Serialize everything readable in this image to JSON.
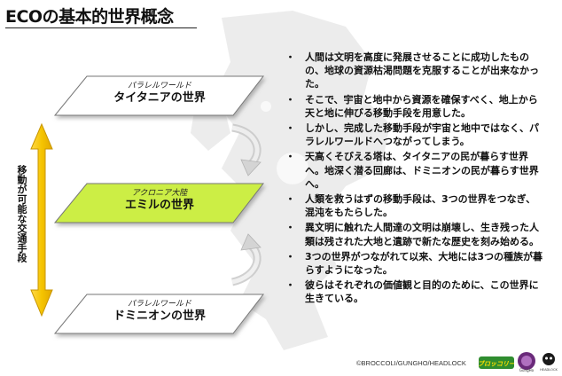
{
  "title": "ECOの基本的世界概念",
  "planes": {
    "top": {
      "sub": "パラレルワールド",
      "name": "タイタニアの世界"
    },
    "middle": {
      "sub": "アクロニア大陸",
      "name": "エミルの世界"
    },
    "bottom": {
      "sub": "パラレルワールド",
      "name": "ドミニオンの世界"
    }
  },
  "vertical_label": "移動が可能な交通手段",
  "bullets": [
    {
      "marker": "・",
      "text": "人間は文明を高度に発展させることに成功したものの、地球の資源枯渇問題を克服することが出来なかった。"
    },
    {
      "marker": "・",
      "text": "そこで、宇宙と地中から資源を確保すべく、地上から天と地に伸びる移動手段を用意した。"
    },
    {
      "marker": "・",
      "text": "しかし、完成した移動手段が宇宙と地中ではなく、パラレルワールドへつながってしまう。"
    },
    {
      "marker": "・",
      "text": "天高くそびえる塔は、タイタニアの民が暮らす世界へ。地深く潜る回廊は、ドミニオンの民が暮らす世界へ。"
    },
    {
      "marker": "・",
      "text": "人類を救うはずの移動手段は、3つの世界をつなぎ、混沌をもたらした。"
    },
    {
      "marker": "・",
      "text": "異文明に触れた人間達の文明は崩壊し、生き残った人類は残された大地と遺跡で新たな歴史を刻み始める。"
    },
    {
      "marker": "・",
      "text": "3つの世界がつながれて以来、大地には3つの種族が暮らすようになった。"
    },
    {
      "marker": "・",
      "text": "彼らはそれぞれの価値観と目的のために、この世界に生きている。"
    }
  ],
  "copyright": "©BROCCOLI/GUNGHO/HEADLOCK",
  "logos": {
    "broccoli": "ブロッコリー",
    "gungho": "GungHo",
    "headlock": "HEADLOCK"
  },
  "colors": {
    "middle_plane": "#ccee44",
    "arrow_fill": "#f5c400",
    "arrow_stroke": "#c89600",
    "map_bg": "#e9e9e9"
  }
}
